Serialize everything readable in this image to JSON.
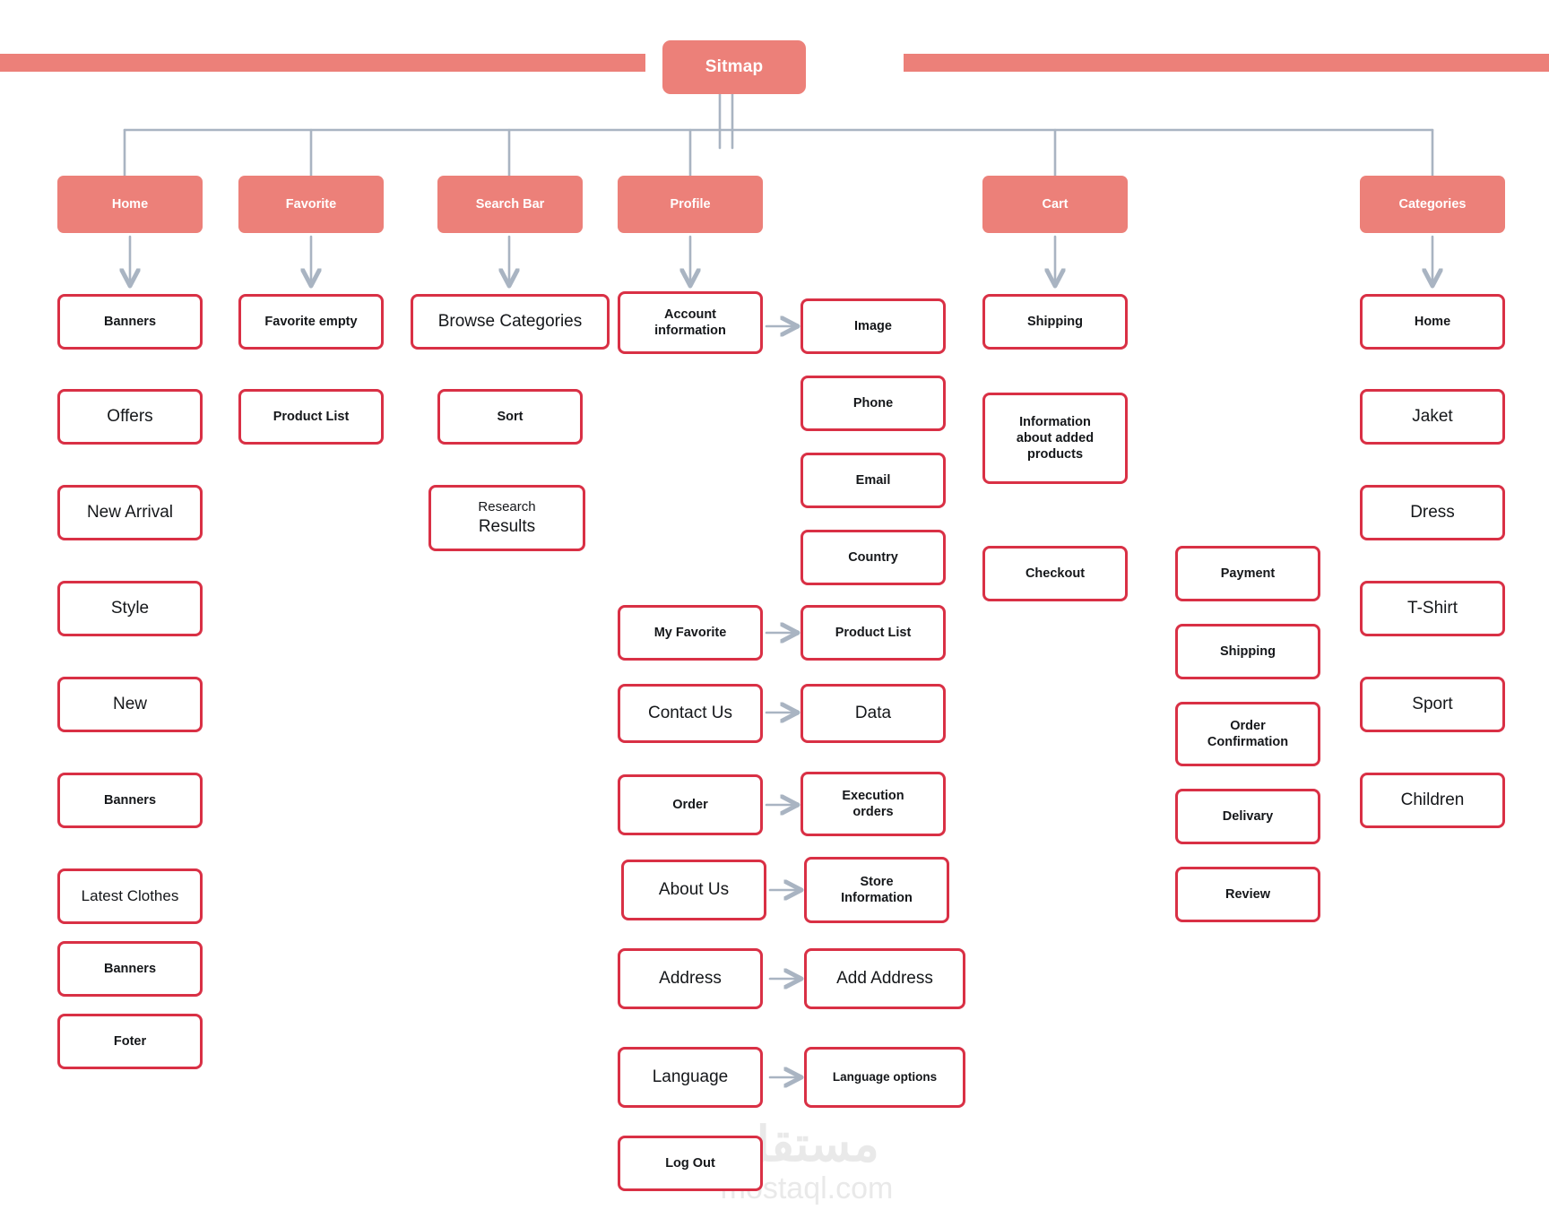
{
  "diagram": {
    "title": "Sitmap",
    "colors": {
      "accent_salmon": "#EC8079",
      "node_border_red": "#D93045",
      "connector_gray": "#A9B4C2",
      "background": "#FFFFFF",
      "text_dark": "#15171A",
      "text_light": "#FFFFFF"
    },
    "watermark": {
      "arabic": "مستقل",
      "domain": "mostaql.com"
    },
    "columns": [
      {
        "id": "home",
        "root": "Home",
        "children": [
          "Banners",
          "Offers",
          "New Arrival",
          "Style",
          "New",
          "Banners",
          "Latest Clothes",
          "Banners",
          "Foter"
        ]
      },
      {
        "id": "favorite",
        "root": "Favorite",
        "children": [
          "Favorite empty",
          "Product List"
        ]
      },
      {
        "id": "search-bar",
        "root": "Search Bar",
        "children": [
          "Browse Categories",
          "Sort",
          "Research Results"
        ]
      },
      {
        "id": "profile",
        "root": "Profile",
        "children": [
          "Account information",
          "My Favorite",
          "Contact Us",
          "Order",
          "About Us",
          "Address",
          "Language",
          "Log Out"
        ],
        "details": [
          "Image",
          "Phone",
          "Email",
          "Country",
          "Product List",
          "Data",
          "Execution orders",
          "Store Information",
          "Add Address",
          "Language options"
        ]
      },
      {
        "id": "cart",
        "root": "Cart",
        "children": [
          "Shipping",
          "Information about added products",
          "Checkout"
        ],
        "checkout_steps": [
          "Payment",
          "Shipping",
          "Order Confirmation",
          "Delivary",
          "Review"
        ]
      },
      {
        "id": "categories",
        "root": "Categories",
        "children": [
          "Home",
          "Jaket",
          "Dress",
          "T-Shirt",
          "Sport",
          "Children"
        ]
      }
    ],
    "nodes": {
      "home_root": "Home",
      "home_1": "Banners",
      "home_2": "Offers",
      "home_3": "New Arrival",
      "home_4": "Style",
      "home_5": "New",
      "home_6": "Banners",
      "home_7": "Latest Clothes",
      "home_8": "Banners",
      "home_9": "Foter",
      "fav_root": "Favorite",
      "fav_1": "Favorite empty",
      "fav_2": "Product List",
      "search_root": "Search Bar",
      "search_1": "Browse Categories",
      "search_2": "Sort",
      "search_3a": "Research",
      "search_3b": "Results",
      "profile_root": "Profile",
      "profile_1a": "Account",
      "profile_1b": "information",
      "profile_2": "My Favorite",
      "profile_3": "Contact Us",
      "profile_4": "Order",
      "profile_5": "About Us",
      "profile_6": "Address",
      "profile_7": "Language",
      "profile_8": "Log Out",
      "detail_image": "Image",
      "detail_phone": "Phone",
      "detail_email": "Email",
      "detail_country": "Country",
      "detail_productlist": "Product List",
      "detail_data": "Data",
      "detail_exec_a": "Execution",
      "detail_exec_b": "orders",
      "detail_store_a": "Store",
      "detail_store_b": "Information",
      "detail_addaddress": "Add Address",
      "detail_langopts": "Language options",
      "cart_root": "Cart",
      "cart_1": "Shipping",
      "cart_2a": "Information",
      "cart_2b": "about added",
      "cart_2c": "products",
      "cart_3": "Checkout",
      "co_1": "Payment",
      "co_2": "Shipping",
      "co_3a": "Order",
      "co_3b": "Confirmation",
      "co_4": "Delivary",
      "co_5": "Review",
      "cat_root": "Categories",
      "cat_1": "Home",
      "cat_2": "Jaket",
      "cat_3": "Dress",
      "cat_4": "T-Shirt",
      "cat_5": "Sport",
      "cat_6": "Children"
    }
  }
}
